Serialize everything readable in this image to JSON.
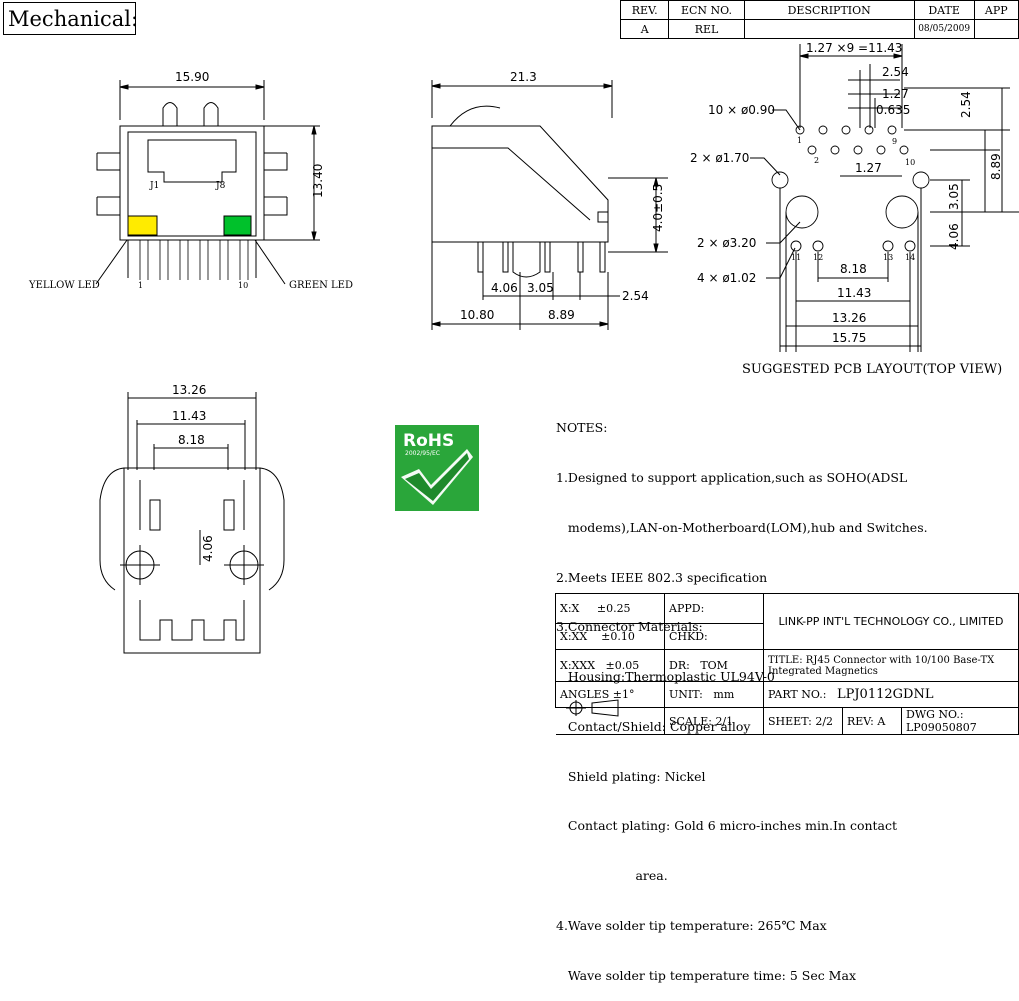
{
  "header": {
    "title": "Mechanical:"
  },
  "revision_table": {
    "headers": [
      "REV.",
      "ECN NO.",
      "DESCRIPTION",
      "DATE",
      "APP"
    ],
    "row": [
      "A",
      "REL",
      "",
      "08/05/2009",
      ""
    ]
  },
  "front_view": {
    "width": "15.90",
    "height": "13.40",
    "pin_j1": "J1",
    "pin_j8": "J8",
    "pin_1": "1",
    "pin_10": "10",
    "led_left": "YELLOW LED",
    "led_right": "GREEN LED",
    "led_left_color": "#ffeb00",
    "led_right_color": "#00c12b"
  },
  "side_view": {
    "length": "21.3",
    "height": "4.0±0.5",
    "d1": "4.06",
    "d2": "3.05",
    "d3": "2.54",
    "d4": "10.80",
    "d5": "8.89"
  },
  "pcb_layout": {
    "pitch": "1.27 ×9 =11.43",
    "d254": "2.54",
    "d127": "1.27",
    "d0635": "0.635",
    "holes_090": "10 × ø0.90",
    "holes_170": "2 × ø1.70",
    "holes_320": "2 × ø3.20",
    "holes_102": "4 × ø1.02",
    "v254": "2.54",
    "v889": "8.89",
    "v305": "3.05",
    "v406": "4.06",
    "h127": "1.27",
    "h818": "8.18",
    "h1143": "11.43",
    "h1326": "13.26",
    "h1575": "15.75",
    "p1": "1",
    "p2": "2",
    "p9": "9",
    "p10": "10",
    "p11": "11",
    "p12": "12",
    "p13": "13",
    "p14": "14",
    "caption": "SUGGESTED PCB LAYOUT(TOP VIEW)"
  },
  "bottom_view": {
    "w1": "13.26",
    "w2": "11.43",
    "w3": "8.18",
    "v": "4.06"
  },
  "rohs": {
    "title": "RoHS",
    "sub": "2002/95/EC",
    "color": "#2aa63a"
  },
  "notes": [
    "NOTES:",
    "1.Designed to support application,such as SOHO(ADSL",
    "   modems),LAN-on-Motherboard(LOM),hub and Switches.",
    "2.Meets IEEE 802.3 specification",
    "3.Connector Materials:",
    "   Housing:Thermoplastic UL94V-0",
    "   Contact/Shield: Copper alloy",
    "   Shield plating: Nickel",
    "   Contact plating: Gold 6 micro-inches min.In contact",
    "                    area.",
    "4.Wave solder tip temperature: 265℃ Max",
    "   Wave solder tip temperature time: 5 Sec Max"
  ],
  "title_block": {
    "tol1": "X:X     ±0.25",
    "tol2": "X:XX    ±0.10",
    "tol3": "X:XXX   ±0.05",
    "angles": "ANGLES ±1°",
    "appd": "APPD:",
    "chkd": "CHKD:",
    "dr": "DR:",
    "dr_name": "TOM",
    "unit": "UNIT:",
    "unit_val": "mm",
    "company": "LINK-PP INT'L TECHNOLOGY CO., LIMITED",
    "title_label": "TITLE:",
    "title_val": "RJ45 Connector with 10/100 Base-TX Integrated Magnetics",
    "part_label": "PART NO.:",
    "part_val": "LPJ0112GDNL",
    "scale_label": "SCALE:",
    "scale_val": "2/1",
    "sheet_label": "SHEET:",
    "sheet_val": "2/2",
    "rev_label": "REV:",
    "rev_val": "A",
    "dwg_label": "DWG NO.:",
    "dwg_val": "LP09050807"
  }
}
